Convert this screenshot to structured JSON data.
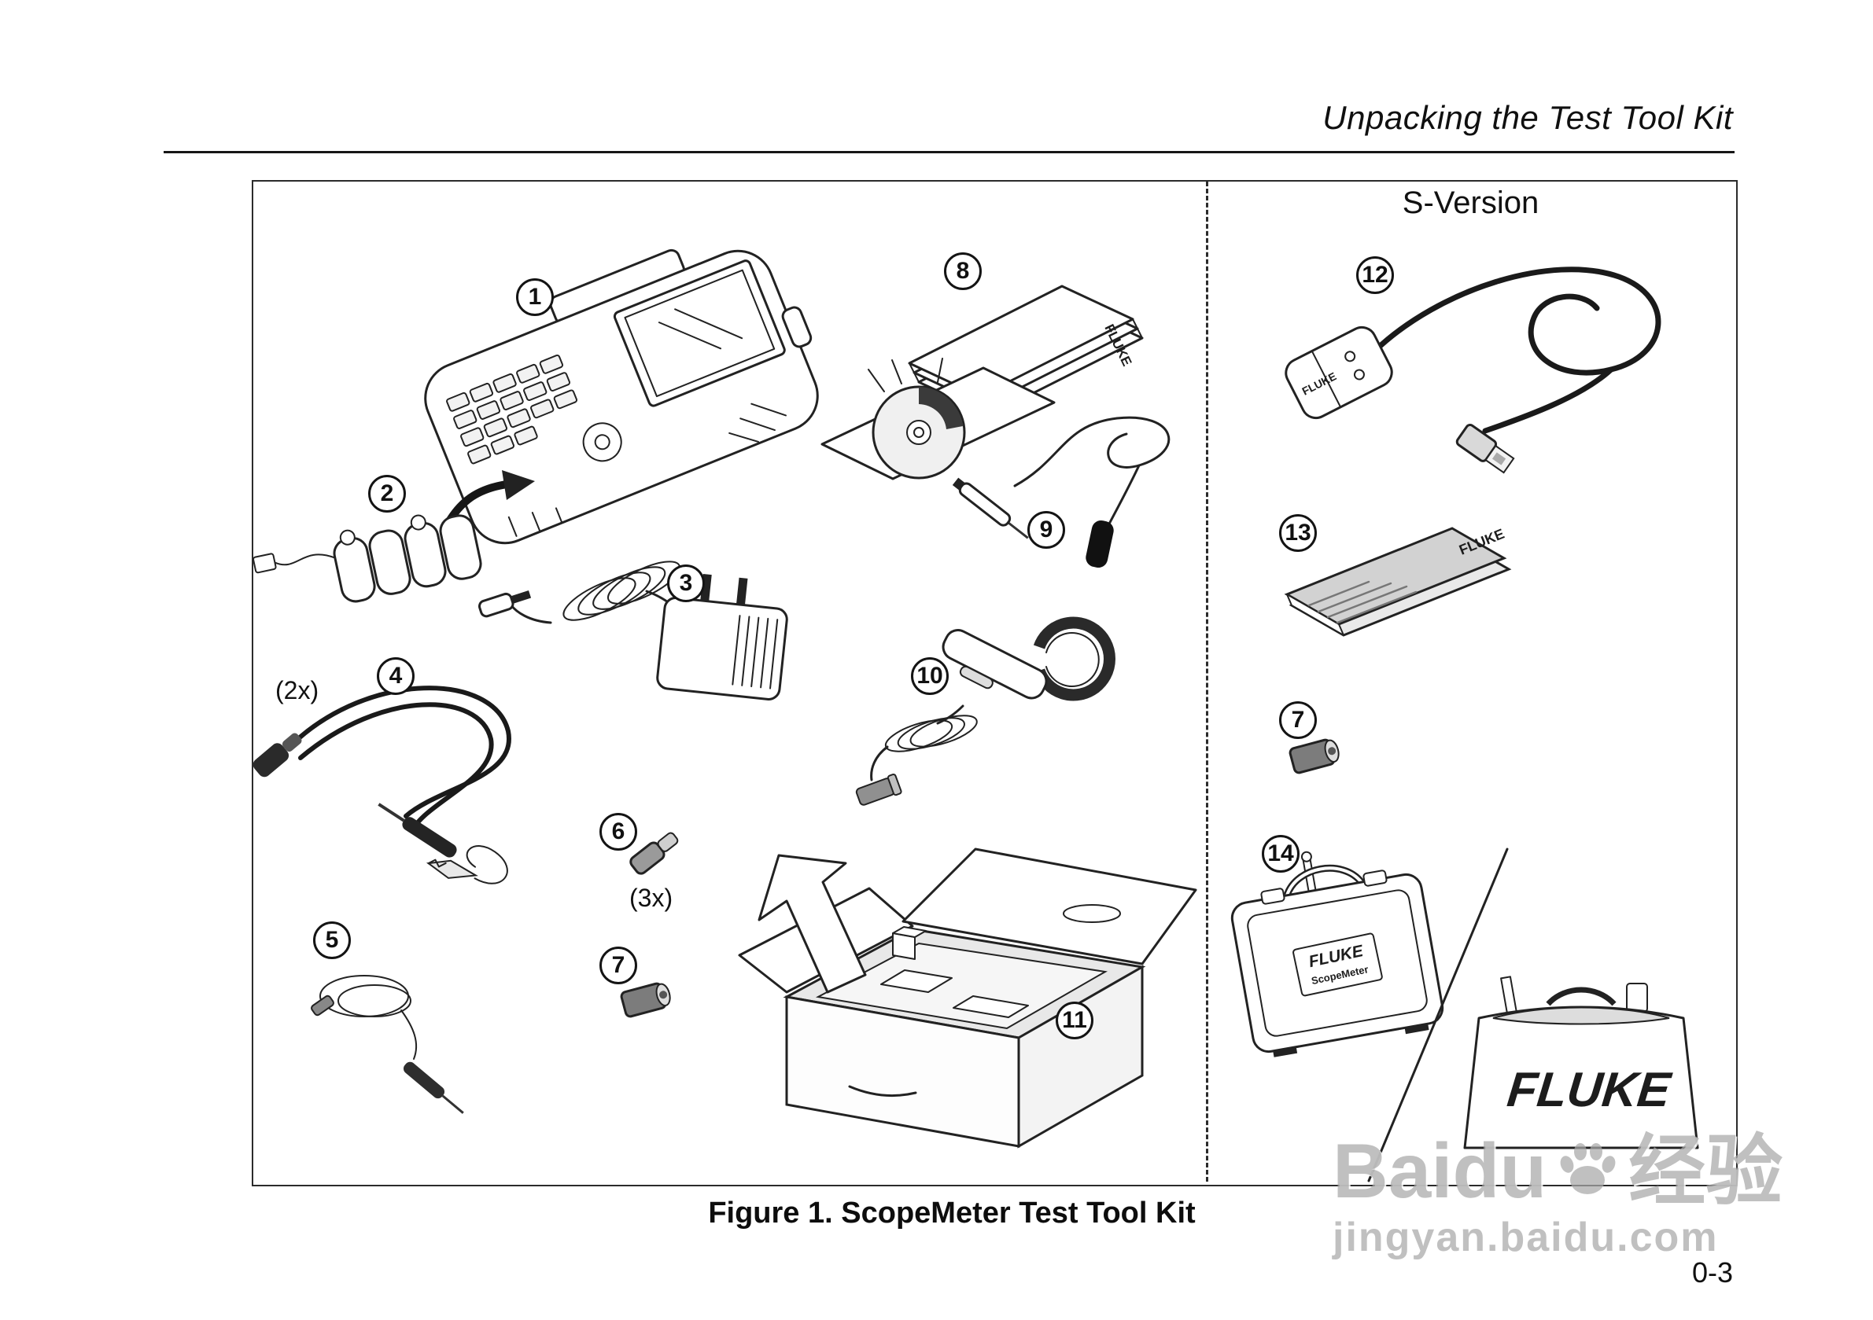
{
  "page": {
    "header_title": "Unpacking the Test Tool Kit",
    "page_number": "0-3"
  },
  "figure": {
    "caption": "Figure 1. ScopeMeter Test Tool Kit",
    "s_version_label": "S-Version",
    "annotations": {
      "two_x": "(2x)",
      "three_x": "(3x)"
    },
    "callouts": [
      "1",
      "2",
      "3",
      "4",
      "5",
      "6",
      "7",
      "8",
      "9",
      "10",
      "11",
      "12",
      "13",
      "7",
      "14"
    ]
  },
  "brand": {
    "fluke": "FLUKE",
    "scopemeter": "ScopeMeter"
  },
  "watermark": {
    "word": "Baidu",
    "word_cjk": "经验",
    "url": "jingyan.baidu.com"
  }
}
